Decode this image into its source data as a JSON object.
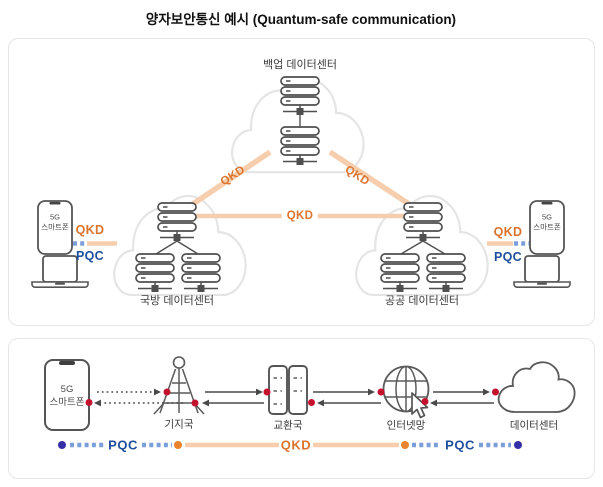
{
  "title": "양자보안통신 예시 (Quantum-safe communication)",
  "labels": {
    "qkd": "QKD",
    "pqc": "PQC"
  },
  "colors": {
    "qkd_text_orange": "#DC742E",
    "qkd_line_peach": "#F6CEAD",
    "pqc_text_blue": "#1F4E9C",
    "pqc_dash_blue": "#7BA0D9",
    "rail_indigo_dot": "#372FA6",
    "rail_orange_dot": "#E8832E",
    "node_red_dot": "#C3112E",
    "icon_gray": "#4F4F4F",
    "cloud_outline_gray": "#E5E5E5"
  },
  "top_panel": {
    "backup_datacenter": "백업 데이터센터",
    "defense_datacenter": "국방 데이터센터",
    "public_datacenter": "공공 데이터센터",
    "phone": {
      "line1": "5G",
      "line2": "스마트폰"
    }
  },
  "bottom_panel": {
    "phone": {
      "line1": "5G",
      "line2": "스마트폰"
    },
    "base_station": "기지국",
    "exchange": "교환국",
    "internet": "인터넷망",
    "datacenter": "데이터센터"
  }
}
